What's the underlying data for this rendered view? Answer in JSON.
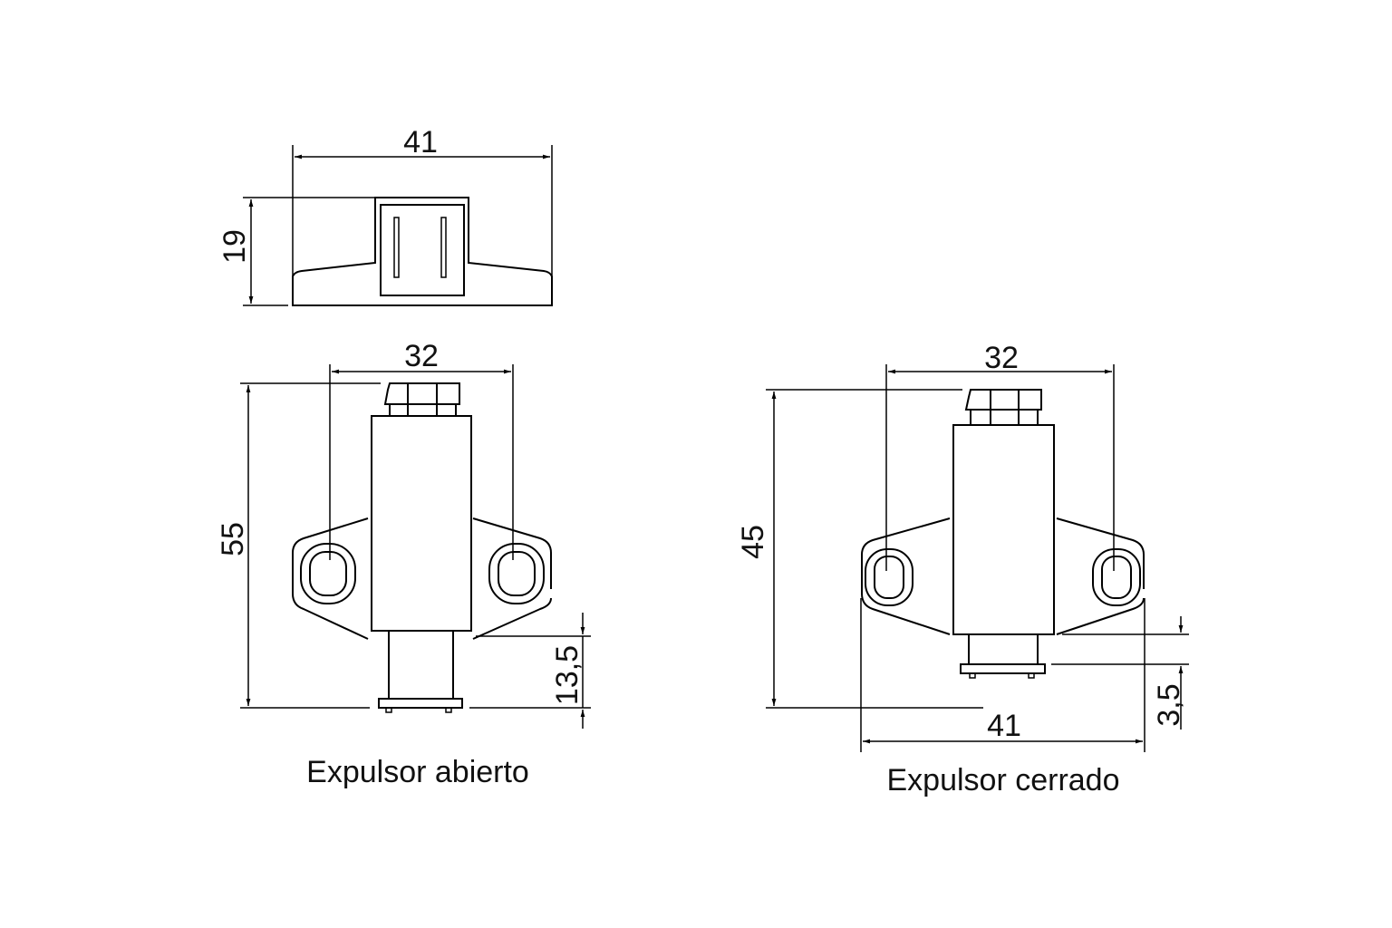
{
  "top_view": {
    "width_dim": "41",
    "height_dim": "19"
  },
  "open_view": {
    "hole_spacing_dim": "32",
    "height_dim": "55",
    "stroke_dim": "13,5",
    "caption": "Expulsor abierto"
  },
  "closed_view": {
    "hole_spacing_dim": "32",
    "height_dim": "45",
    "width_dim": "41",
    "stroke_dim": "3,5",
    "caption": "Expulsor cerrado"
  },
  "colors": {
    "line": "#000000",
    "background": "#ffffff"
  }
}
